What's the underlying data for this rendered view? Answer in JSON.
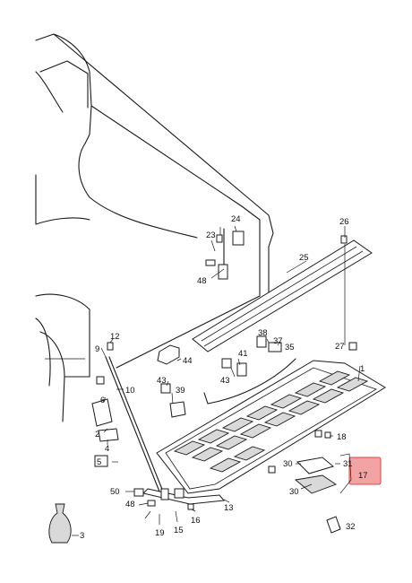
{
  "callouts": [
    "1",
    "2",
    "3",
    "4",
    "5",
    "6",
    "10",
    "9",
    "12",
    "13",
    "15",
    "16",
    "17",
    "18",
    "19",
    "23",
    "24",
    "25",
    "26",
    "27",
    "30",
    "30",
    "31",
    "32",
    "35",
    "37",
    "38",
    "39",
    "41",
    "43",
    "43",
    "44",
    "48",
    "48",
    "50"
  ]
}
